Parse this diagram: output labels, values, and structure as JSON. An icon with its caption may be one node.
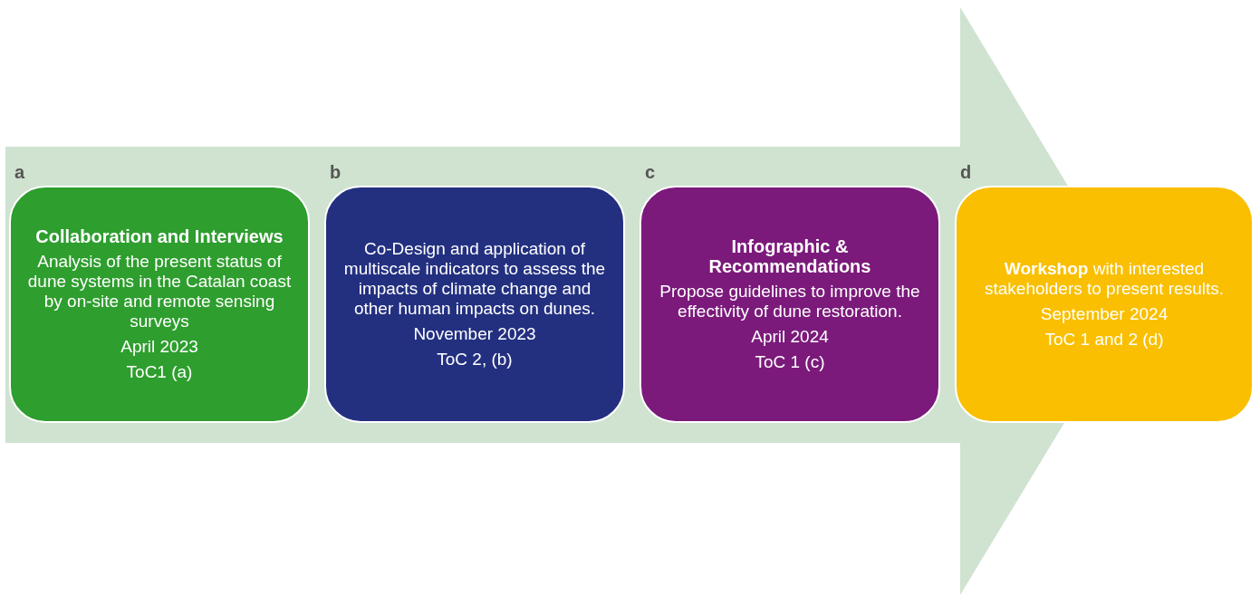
{
  "diagram": {
    "nodes": [
      {
        "text": [],
        "shape": "arrow"
      },
      {
        "text": [
          "Collaboration and Interviews",
          "Analysis of the present status of dune systems in the Catalan coast by on-site and remote sensing surveys",
          "April 2023",
          "ToC1 (a)"
        ],
        "in": 0,
        "beside": [
          "a"
        ]
      },
      {
        "text": [
          "Co-Design and application of multiscale indicators to assess the impacts of climate change and other human impacts on dunes.",
          "November 2023",
          "ToC 2, (b)"
        ],
        "in": 0,
        "beside": [
          "b"
        ]
      },
      {
        "text": [
          "Infographic & Recommendations",
          "Propose guidelines to improve the effectivity of dune restoration.",
          "April 2024",
          "ToC 1 (c)"
        ],
        "in": 0,
        "beside": [
          "c"
        ]
      },
      {
        "text": [
          "**Workshop** with interested stakeholders to present results.",
          "September 2024",
          "ToC 1 and 2 (d)"
        ],
        "beside": [
          "d"
        ]
      }
    ],
    "edges": []
  }
}
